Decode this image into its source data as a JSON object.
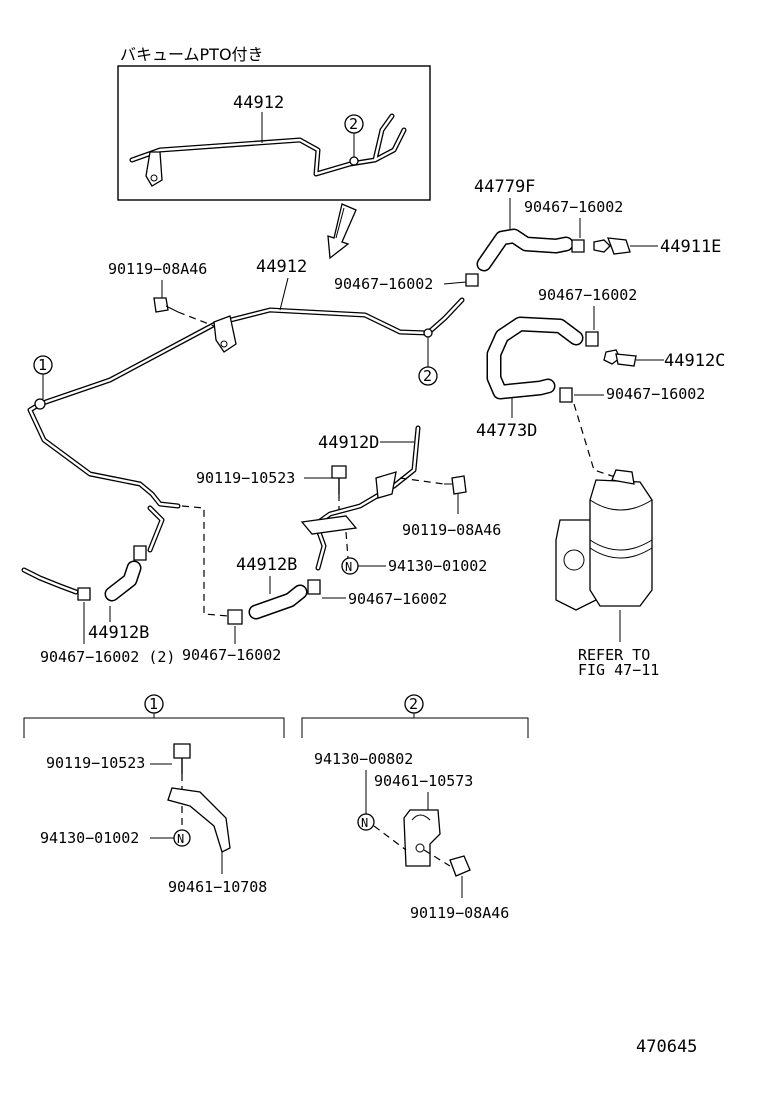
{
  "inset": {
    "title": "バキュームPTO付き",
    "pipe_label": "44912",
    "marker": "2"
  },
  "parts": {
    "p44912": "44912",
    "p44779F": "44779F",
    "p90467_a": "90467−16002",
    "p90467_b": "90467−16002",
    "p44911E": "44911E",
    "p90119_08A46_a": "90119−08A46",
    "p90467_c": "90467−16002",
    "p44912C": "44912C",
    "p90467_d": "90467−16002",
    "p44773D": "44773D",
    "p44912D": "44912D",
    "p90119_10523_a": "90119−10523",
    "p90119_08A46_b": "90119−08A46",
    "p94130_01002_a": "94130−01002",
    "p44912B_a": "44912B",
    "p90467_e": "90467−16002",
    "p44912B_b": "44912B",
    "p90467_f": "90467−16002 (2)",
    "p90467_g": "90467−16002",
    "refer_1": "REFER TO",
    "refer_2": "FIG 47−11"
  },
  "markers": {
    "m1": "1",
    "m2": "2",
    "m2_inset": "2"
  },
  "detail1": {
    "marker": "1",
    "bolt": "90119−10523",
    "nut": "94130−01002",
    "bracket": "90461−10708",
    "n_symbol": "N"
  },
  "detail2": {
    "marker": "2",
    "nut": "94130−00802",
    "clamp": "90461−10573",
    "bolt": "90119−08A46",
    "n_symbol": "N"
  },
  "n_symbol_main": "N",
  "figure_number": "470645"
}
